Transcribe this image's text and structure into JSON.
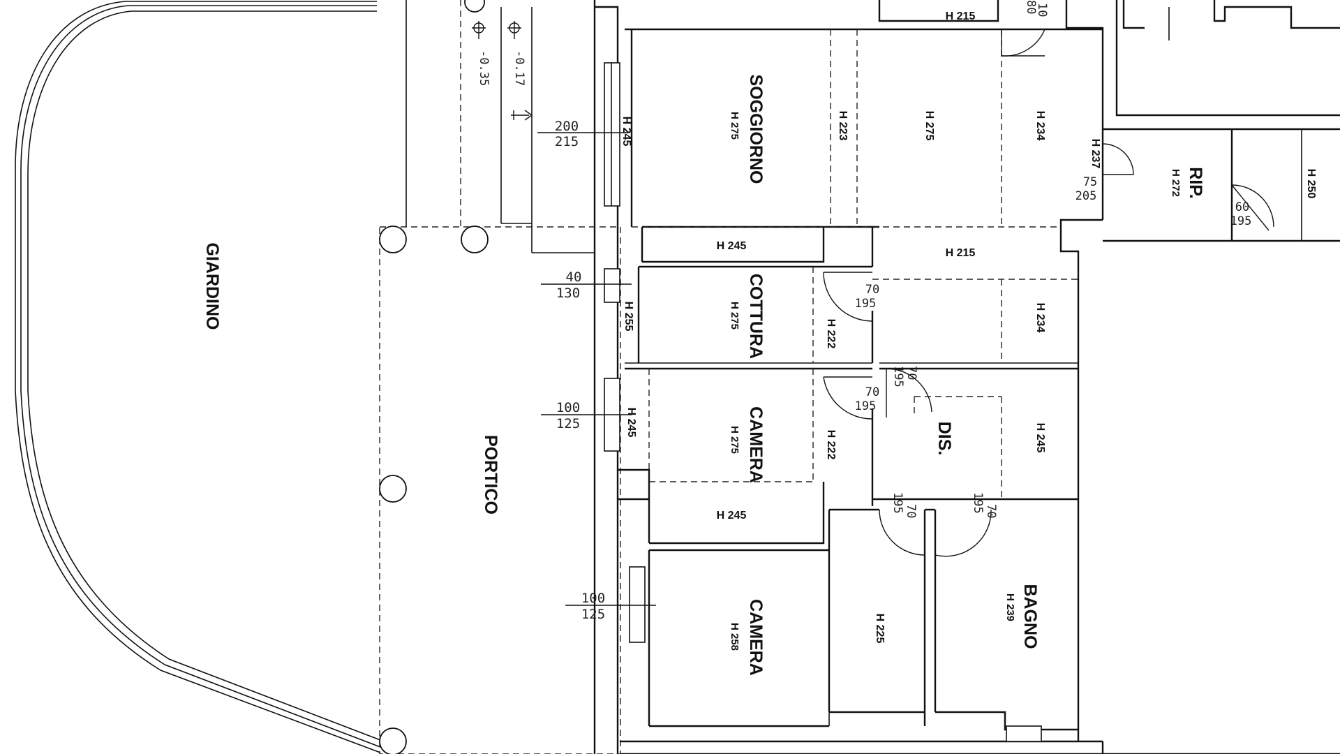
{
  "rooms": {
    "giardino": "GIARDINO",
    "portico": "PORTICO",
    "soggiorno": {
      "name": "SOGGIORNO",
      "height": "H 275"
    },
    "cottura": {
      "name": "COTTURA",
      "height": "H 275"
    },
    "camera1": {
      "name": "CAMERA",
      "height": "H 275"
    },
    "camera2": {
      "name": "CAMERA",
      "height": "H 258"
    },
    "dis": {
      "name": "DIS."
    },
    "bagno": {
      "name": "BAGNO",
      "height": "H 239"
    },
    "rip": {
      "name": "RIP.",
      "height": "H 272"
    }
  },
  "heights": {
    "h215_top": "H 215",
    "h245_win_soggiorno": "H 245",
    "h223": "H 223",
    "h275_mid": "H 275",
    "h234_top": "H 234",
    "h237": "H 237",
    "h250": "H 250",
    "h245_under_soggiorno": "H 245",
    "h215_mid": "H 215",
    "h255": "H 255",
    "h222_a": "H 222",
    "h234_b": "H 234",
    "h245_camera_win": "H 245",
    "h222_b": "H 222",
    "h245_dis": "H 245",
    "h245_under_camera": "H 245",
    "h225": "H 225"
  },
  "levels": {
    "l1": "-0.35",
    "l2": "-0.17"
  },
  "dimensions": {
    "w1_top": "200",
    "w1_bot": "215",
    "w2_top": "40",
    "w2_bot": "130",
    "w3_top": "100",
    "w3_bot": "125",
    "w4_top": "100",
    "w4_bot": "125",
    "top_door_a": "80",
    "top_door_b": "10",
    "d_rip_top": "75",
    "d_rip_bot": "205",
    "d_rip2_top": "60",
    "d_rip2_bot": "195",
    "d_cott_top": "70",
    "d_cott_bot": "195",
    "d_mid_top": "70",
    "d_mid_bot": "195",
    "d_cam_top": "70",
    "d_cam_bot": "195",
    "d_bl_top": "70",
    "d_bl_bot": "195",
    "d_br_top": "70",
    "d_br_bot": "195"
  }
}
